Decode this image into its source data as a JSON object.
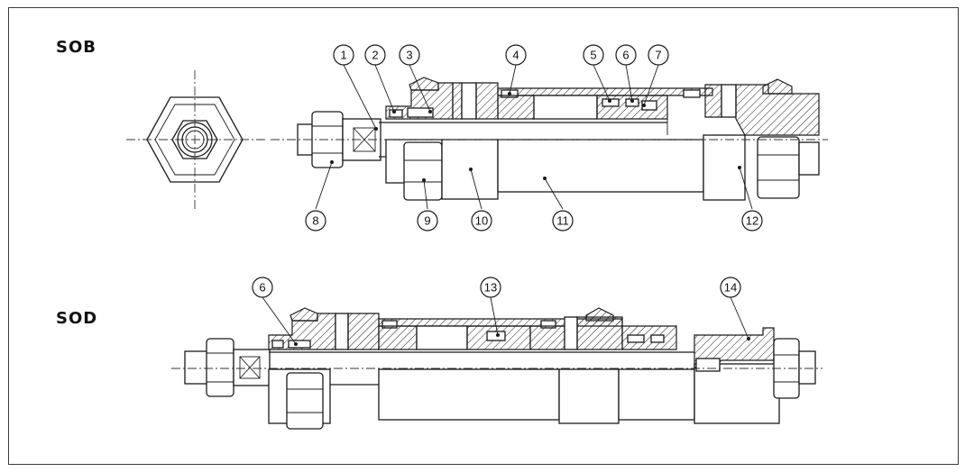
{
  "sections": {
    "sob": {
      "label": "SOB"
    },
    "sod": {
      "label": "SOD"
    }
  },
  "callouts": {
    "c1": "1",
    "c2": "2",
    "c3": "3",
    "c4": "4",
    "c5": "5",
    "c6": "6",
    "c7": "7",
    "c8": "8",
    "c9": "9",
    "c10": "10",
    "c11": "11",
    "c12": "12",
    "c6b": "6",
    "c13": "13",
    "c14": "14"
  }
}
